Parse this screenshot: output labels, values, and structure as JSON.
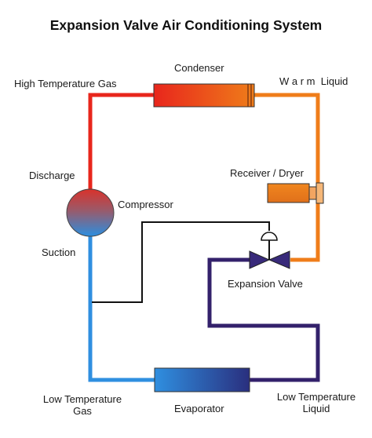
{
  "title": "Expansion Valve Air Conditioning System",
  "labels": {
    "condenser": "Condenser",
    "high_temp_gas": "High Temperature Gas",
    "warm_liquid": "W a r m  Liquid",
    "discharge": "Discharge",
    "compressor": "Compressor",
    "receiver_dryer": "Receiver / Dryer",
    "suction": "Suction",
    "expansion_valve": "Expansion Valve",
    "low_temp_gas_line1": "Low Temperature",
    "low_temp_gas_line2": "Gas",
    "evaporator": "Evaporator",
    "low_temp_liquid_line1": "Low Temperature",
    "low_temp_liquid_line2": "Liquid"
  },
  "colors": {
    "hot_gas": "#e8261c",
    "warm_liquid": "#ef7d1a",
    "cold_gas": "#2f8fe0",
    "cold_liquid": "#33216b",
    "sense_line": "#111111"
  }
}
